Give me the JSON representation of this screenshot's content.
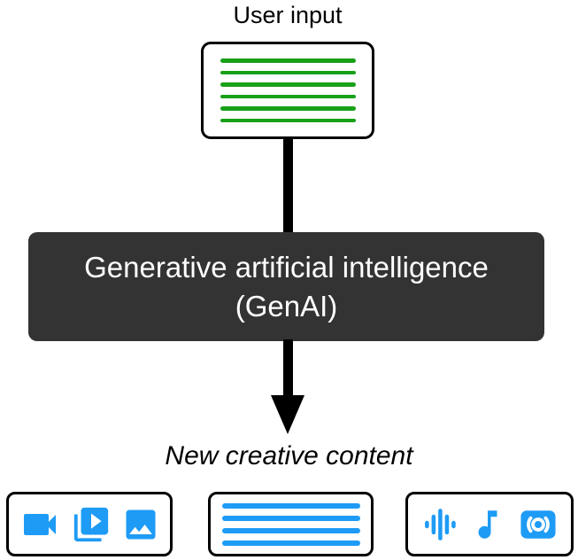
{
  "diagram": {
    "user_input": {
      "label": "User input",
      "document_lines": 6,
      "line_color": "#18A018"
    },
    "process": {
      "label_line1": "Generative artificial intelligence",
      "label_line2": "(GenAI)",
      "background": "#333333",
      "text_color": "#FFFFFF"
    },
    "output": {
      "label": "New creative content",
      "accent_color": "#1E9BF5",
      "groups": [
        {
          "name": "visual-media",
          "icons": [
            "video-camera-icon",
            "video-library-icon",
            "image-icon"
          ]
        },
        {
          "name": "text-document",
          "document_lines": 4
        },
        {
          "name": "audio-media",
          "icons": [
            "waveform-icon",
            "music-note-icon",
            "speaker-icon"
          ]
        }
      ]
    }
  }
}
